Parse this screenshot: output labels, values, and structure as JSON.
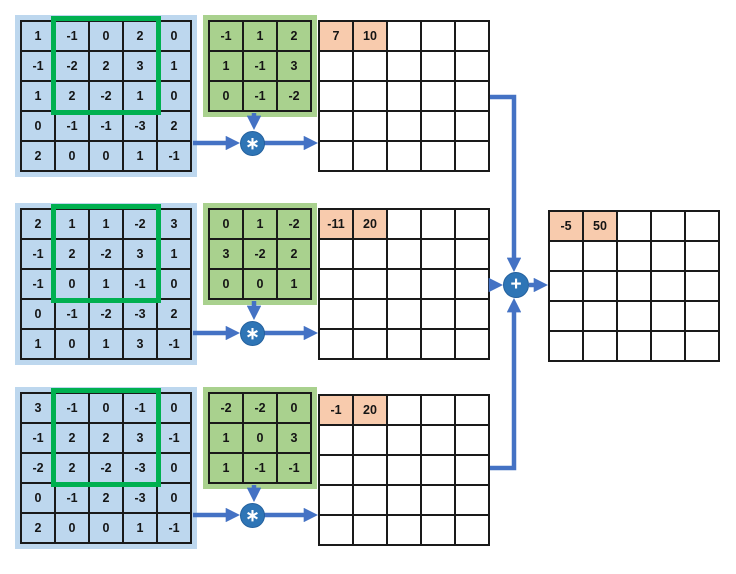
{
  "diagram": {
    "kind": "multi-channel-convolution",
    "input_size": "5x5",
    "kernel_size": "3x3"
  },
  "colors": {
    "input_fill": "#BDD7EE",
    "kernel_fill": "#A9D18E",
    "result_fill": "#F8CBAD",
    "highlight_border": "#00B050",
    "arrow": "#4472C4",
    "operator_fill": "#2E75B6",
    "grid_line": "#1a1a1a"
  },
  "operators": {
    "convolve_symbol": "∗",
    "add_symbol": "+"
  },
  "channels": [
    {
      "input": {
        "rows": [
          [
            1,
            -1,
            0,
            2,
            0
          ],
          [
            -1,
            -2,
            2,
            3,
            1
          ],
          [
            1,
            2,
            -2,
            1,
            0
          ],
          [
            0,
            -1,
            -1,
            -3,
            2
          ],
          [
            2,
            0,
            0,
            1,
            -1
          ]
        ]
      },
      "kernel": {
        "rows": [
          [
            -1,
            1,
            2
          ],
          [
            1,
            -1,
            3
          ],
          [
            0,
            -1,
            -2
          ]
        ]
      },
      "highlight_window": {
        "row": 0,
        "col": 1,
        "rows": 3,
        "cols": 3
      },
      "feature_map": {
        "size": 5,
        "filled_cells": [
          {
            "row": 0,
            "col": 0,
            "value": "7"
          },
          {
            "row": 0,
            "col": 1,
            "value": "10"
          }
        ]
      }
    },
    {
      "input": {
        "rows": [
          [
            2,
            1,
            1,
            -2,
            3
          ],
          [
            -1,
            2,
            -2,
            3,
            1
          ],
          [
            -1,
            0,
            1,
            -1,
            0
          ],
          [
            0,
            -1,
            -2,
            -3,
            2
          ],
          [
            1,
            0,
            1,
            3,
            -1
          ]
        ]
      },
      "kernel": {
        "rows": [
          [
            0,
            1,
            -2
          ],
          [
            3,
            -2,
            2
          ],
          [
            0,
            0,
            1
          ]
        ]
      },
      "highlight_window": {
        "row": 0,
        "col": 1,
        "rows": 3,
        "cols": 3
      },
      "feature_map": {
        "size": 5,
        "filled_cells": [
          {
            "row": 0,
            "col": 0,
            "value": "-11"
          },
          {
            "row": 0,
            "col": 1,
            "value": "20"
          }
        ]
      }
    },
    {
      "input": {
        "rows": [
          [
            3,
            -1,
            0,
            -1,
            0
          ],
          [
            -1,
            2,
            2,
            3,
            -1
          ],
          [
            -2,
            2,
            -2,
            -3,
            0
          ],
          [
            0,
            -1,
            2,
            -3,
            0
          ],
          [
            2,
            0,
            0,
            1,
            -1
          ]
        ]
      },
      "kernel": {
        "rows": [
          [
            -2,
            -2,
            0
          ],
          [
            1,
            0,
            3
          ],
          [
            1,
            -1,
            -1
          ]
        ]
      },
      "highlight_window": {
        "row": 0,
        "col": 1,
        "rows": 3,
        "cols": 3
      },
      "feature_map": {
        "size": 5,
        "filled_cells": [
          {
            "row": 0,
            "col": 0,
            "value": "-1"
          },
          {
            "row": 0,
            "col": 1,
            "value": "20"
          }
        ]
      }
    }
  ],
  "final_output": {
    "size": 5,
    "filled_cells": [
      {
        "row": 0,
        "col": 0,
        "value": "-5"
      },
      {
        "row": 0,
        "col": 1,
        "value": "50"
      }
    ]
  }
}
